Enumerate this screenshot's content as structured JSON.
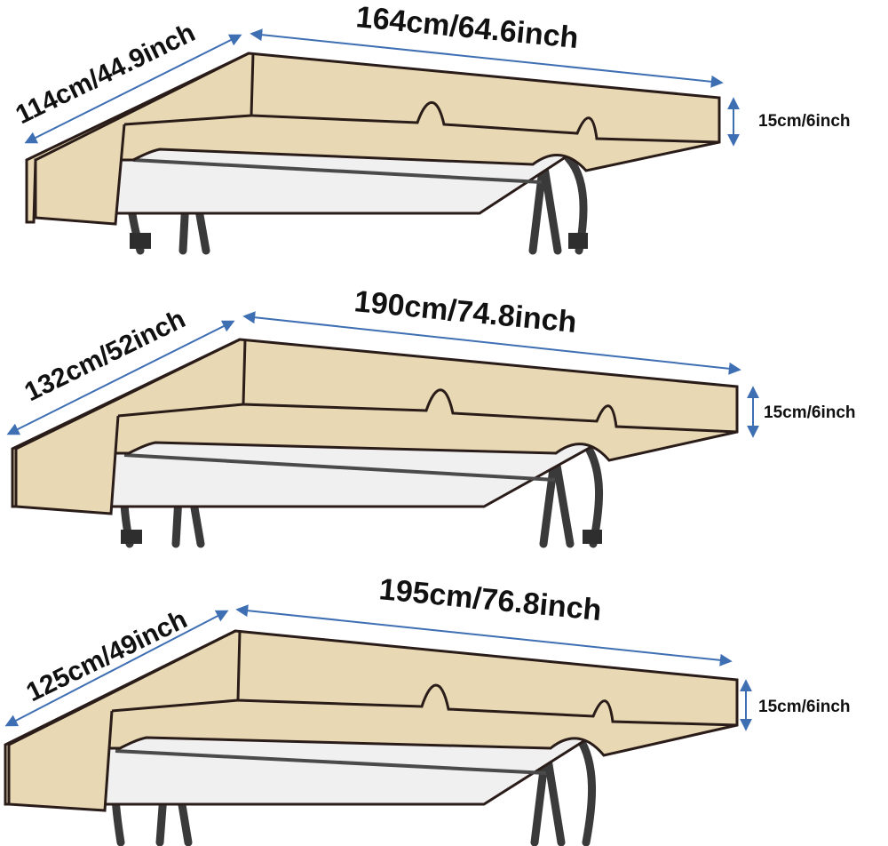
{
  "colors": {
    "canopy_top": "#e8d9b4",
    "canopy_edge": "#2a1c18",
    "canopy_under": "#f0f0f0",
    "frame": "#3a3a3a",
    "arrow": "#3f6fb3",
    "text": "#111111"
  },
  "canopies": [
    {
      "depth_label": "114cm/44.9inch",
      "width_label": "164cm/64.6inch",
      "height_label": "15cm/6inch"
    },
    {
      "depth_label": "132cm/52inch",
      "width_label": "190cm/74.8inch",
      "height_label": "15cm/6inch"
    },
    {
      "depth_label": "125cm/49inch",
      "width_label": "195cm/76.8inch",
      "height_label": "15cm/6inch"
    }
  ]
}
